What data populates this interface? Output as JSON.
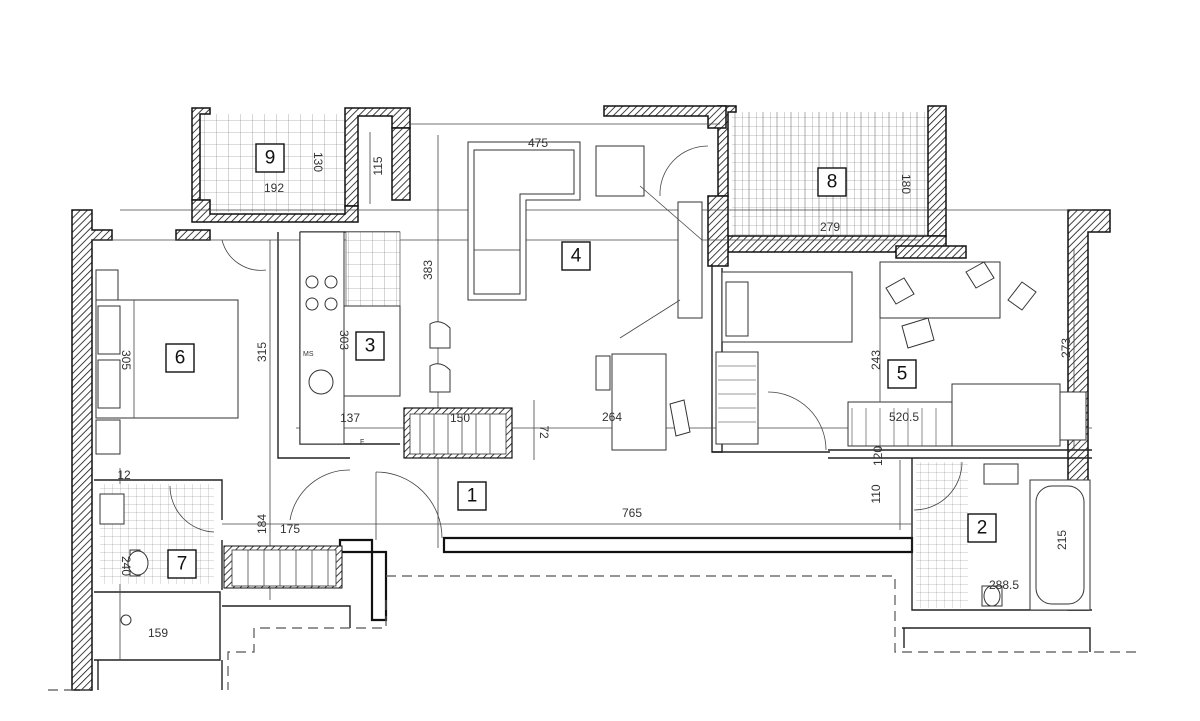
{
  "floorplan": {
    "rooms": [
      {
        "id": "1",
        "label": "1"
      },
      {
        "id": "2",
        "label": "2"
      },
      {
        "id": "3",
        "label": "3"
      },
      {
        "id": "4",
        "label": "4"
      },
      {
        "id": "5",
        "label": "5"
      },
      {
        "id": "6",
        "label": "6"
      },
      {
        "id": "7",
        "label": "7"
      },
      {
        "id": "8",
        "label": "8"
      },
      {
        "id": "9",
        "label": "9"
      }
    ],
    "dimensions": {
      "d_475": "475",
      "d_383": "383",
      "d_115": "115",
      "d_130": "130",
      "d_192": "192",
      "d_180": "180",
      "d_279": "279",
      "d_315": "315",
      "d_305": "305",
      "d_303": "303",
      "d_137": "137",
      "d_150": "150",
      "d_72": "72",
      "d_264": "264",
      "d_243": "243",
      "d_273": "273",
      "d_5205": "520.5",
      "d_120": "120",
      "d_110": "110",
      "d_765": "765",
      "d_215": "215",
      "d_2885": "288.5",
      "d_184": "184",
      "d_175": "175",
      "d_240": "240",
      "d_159": "159",
      "d_12x": "12"
    },
    "markers": {
      "ms": "MS",
      "f": "F"
    }
  }
}
